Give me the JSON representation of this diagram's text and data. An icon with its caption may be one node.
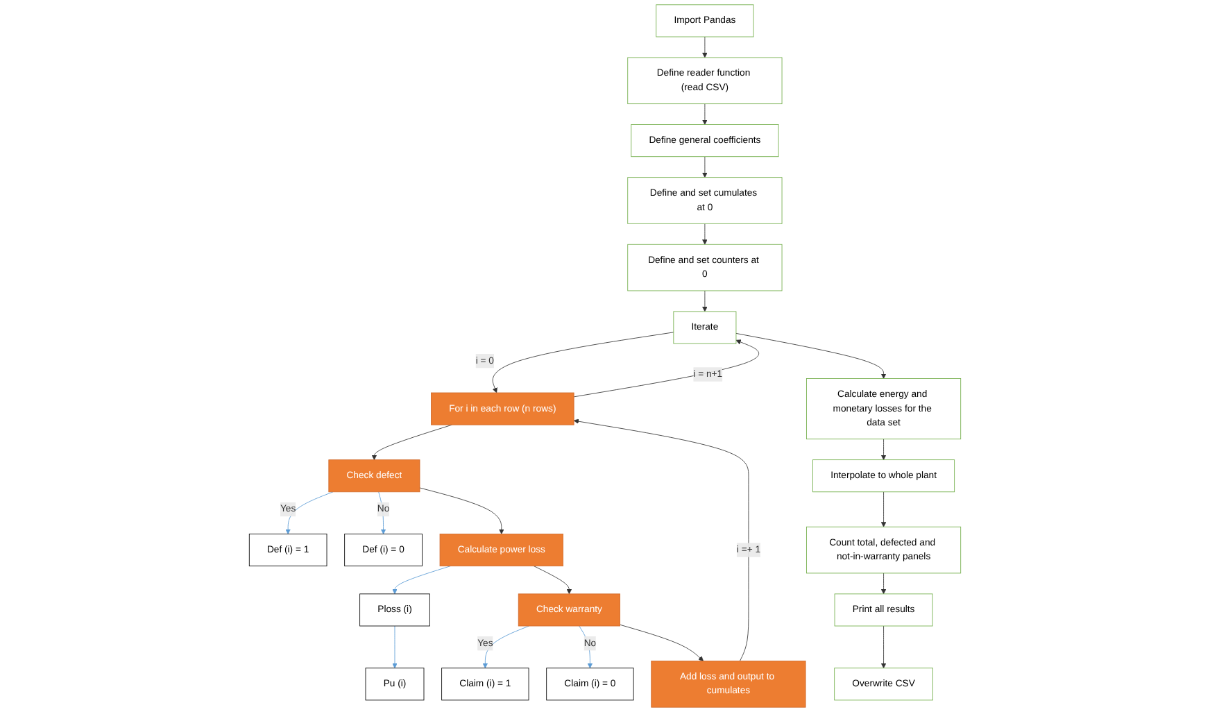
{
  "diagram": {
    "nodes": [
      {
        "text": [
          "Import Pandas"
        ]
      },
      {
        "text": [
          "Define reader function (read CSV)"
        ]
      },
      {
        "text": [
          "Define general coefficients"
        ]
      },
      {
        "text": [
          "Define and set cumulates at 0"
        ]
      },
      {
        "text": [
          "Define and set counters at 0"
        ]
      },
      {
        "text": [
          "Iterate"
        ]
      },
      {
        "text": [
          "For i in each row (n rows)"
        ]
      },
      {
        "text": [
          "Check defect"
        ]
      },
      {
        "text": [
          "Def (i) = 1"
        ]
      },
      {
        "text": [
          "Def (i) = 0"
        ]
      },
      {
        "text": [
          "Add loss and output to cumulates"
        ]
      },
      {
        "text": [
          "Calculate power loss"
        ]
      },
      {
        "text": [
          "Ploss (i)"
        ]
      },
      {
        "text": [
          "Pu (i)"
        ]
      },
      {
        "text": [
          "Check warranty"
        ]
      },
      {
        "text": [
          "Claim (i) = 1"
        ]
      },
      {
        "text": [
          "Claim (i) = 0"
        ]
      },
      {
        "text": [
          "Calculate energy and monetary losses for the data set"
        ]
      },
      {
        "text": [
          "Interpolate to whole plant"
        ]
      },
      {
        "text": [
          "Count total, defected and not-in-warranty panels"
        ]
      },
      {
        "text": [
          "Print all results"
        ]
      },
      {
        "text": [
          "Overwrite CSV"
        ]
      }
    ],
    "edges": [
      {
        "from": 0,
        "to": 1,
        "arrow": "to"
      },
      {
        "from": 1,
        "to": 2,
        "arrow": "to"
      },
      {
        "from": 2,
        "to": 3,
        "arrow": "to"
      },
      {
        "from": 3,
        "to": 4,
        "arrow": "to"
      },
      {
        "from": 4,
        "to": 5,
        "arrow": "to"
      },
      {
        "from": 5,
        "to": 6,
        "arrow": "to",
        "label": "i = 0"
      },
      {
        "from": 6,
        "to": 5,
        "arrow": "to",
        "label": "i = n+1"
      },
      {
        "from": 6,
        "to": 7,
        "arrow": "to"
      },
      {
        "from": 7,
        "to": 8,
        "arrow": "to",
        "label": "Yes",
        "color": "#5b9bd5"
      },
      {
        "from": 7,
        "to": 9,
        "arrow": "to",
        "label": "No",
        "color": "#5b9bd5"
      },
      {
        "from": 7,
        "to": 11,
        "arrow": "to"
      },
      {
        "from": 11,
        "to": 12,
        "arrow": "to",
        "color": "#5b9bd5"
      },
      {
        "from": 12,
        "to": 13,
        "arrow": "to",
        "color": "#5b9bd5"
      },
      {
        "from": 11,
        "to": 14,
        "arrow": "to"
      },
      {
        "from": 14,
        "to": 15,
        "arrow": "to",
        "label": "Yes",
        "color": "#5b9bd5"
      },
      {
        "from": 14,
        "to": 16,
        "arrow": "to",
        "label": "No",
        "color": "#5b9bd5"
      },
      {
        "from": 14,
        "to": 10,
        "arrow": "to"
      },
      {
        "from": 10,
        "to": 6,
        "arrow": "to",
        "label": "i =+ 1"
      },
      {
        "from": 5,
        "to": 17,
        "arrow": "to"
      },
      {
        "from": 17,
        "to": 18,
        "arrow": "to"
      },
      {
        "from": 18,
        "to": 19,
        "arrow": "to"
      },
      {
        "from": 19,
        "to": 20,
        "arrow": "to"
      },
      {
        "from": 20,
        "to": 21,
        "arrow": "to"
      }
    ]
  }
}
